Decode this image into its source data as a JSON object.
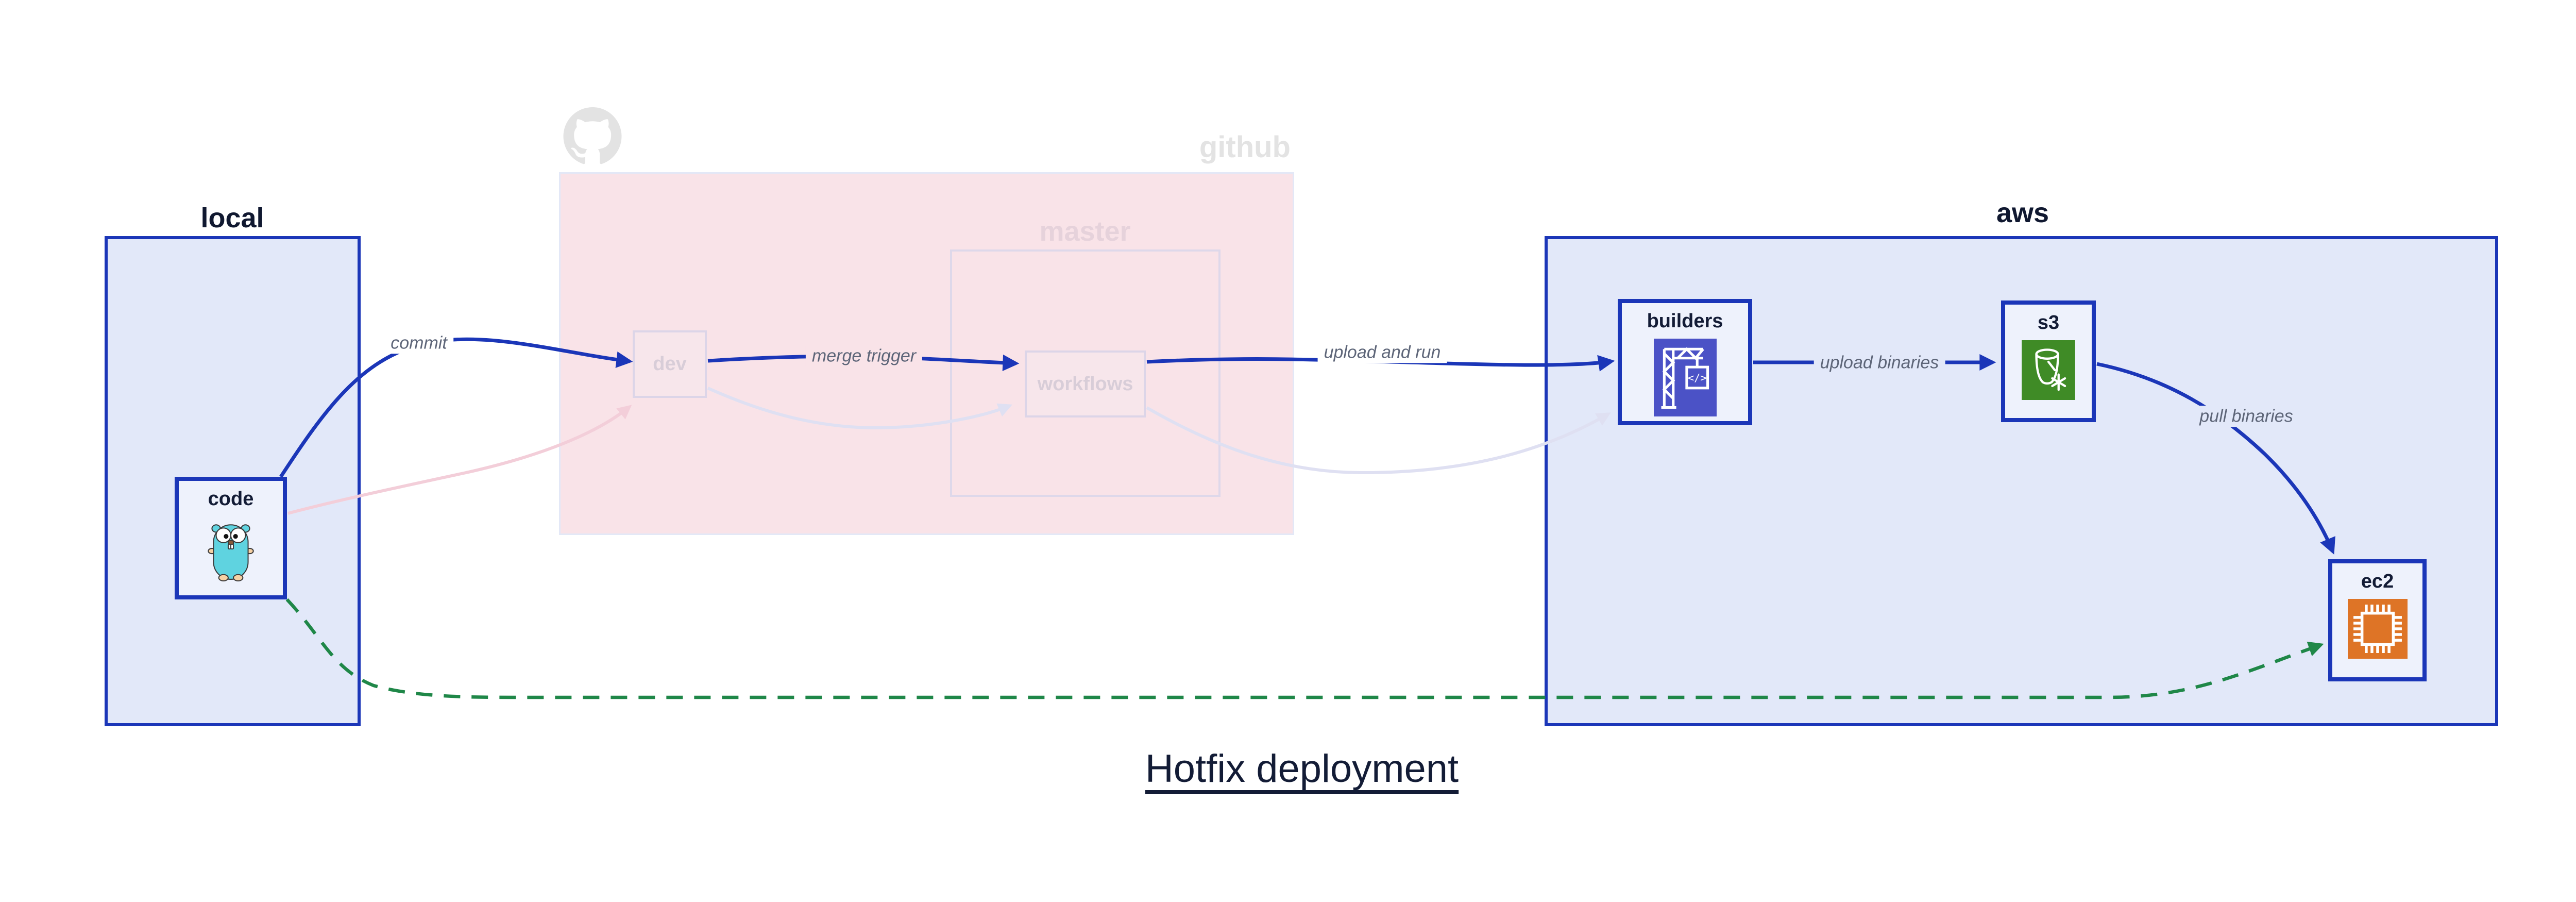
{
  "title": "Hotfix deployment",
  "groups": {
    "local": {
      "label": "local"
    },
    "github": {
      "label": "github",
      "icon": "github-octocat-icon",
      "branch": {
        "label": "master"
      }
    },
    "aws": {
      "label": "aws"
    }
  },
  "nodes": {
    "code": {
      "label": "code",
      "icon": "go-gopher-icon",
      "group": "local"
    },
    "dev": {
      "label": "dev",
      "group": "github",
      "faded": true
    },
    "workflows": {
      "label": "workflows",
      "group": "github/master",
      "faded": true
    },
    "builders": {
      "label": "builders",
      "icon": "codebuild-crane-icon",
      "group": "aws"
    },
    "s3": {
      "label": "s3",
      "icon": "s3-glacier-bucket-icon",
      "group": "aws"
    },
    "ec2": {
      "label": "ec2",
      "icon": "ec2-chip-icon",
      "group": "aws"
    }
  },
  "edges": [
    {
      "from": "code",
      "to": "dev",
      "label": "commit",
      "style": "solid-blue"
    },
    {
      "from": "dev",
      "to": "workflows",
      "label": "merge trigger",
      "style": "solid-blue"
    },
    {
      "from": "workflows",
      "to": "builders",
      "label": "upload and run",
      "style": "solid-blue"
    },
    {
      "from": "builders",
      "to": "s3",
      "label": "upload binaries",
      "style": "solid-blue"
    },
    {
      "from": "s3",
      "to": "ec2",
      "label": "pull binaries",
      "style": "solid-blue"
    },
    {
      "from": "code",
      "to": "ec2",
      "label": "",
      "style": "dashed-green-hotfix"
    },
    {
      "from": "code",
      "to": "dev",
      "label": "",
      "style": "faded-pink"
    },
    {
      "from": "dev",
      "to": "workflows",
      "label": "",
      "style": "faded-lavender"
    },
    {
      "from": "workflows",
      "to": "builders",
      "label": "",
      "style": "faded-lavender"
    }
  ],
  "colors": {
    "edge_blue": "#1B36B8",
    "container_fill": "#E2E8F9",
    "node_fill": "#EEF2FC",
    "github_fill": "#F9E3E8",
    "faded_border": "#DCD5E8",
    "faded_text": "#D8CDD8",
    "github_gray": "#E3E3E3",
    "edge_label_gray": "#5D6578",
    "hotfix_green": "#1F8748",
    "faded_pink_edge": "#F3CED9",
    "faded_lavender_edge": "#DFE0F2",
    "codebuild_purple": "#4B52C6",
    "glacier_green": "#3F8B26",
    "ec2_orange": "#DE7426",
    "title_navy": "#131C36"
  }
}
